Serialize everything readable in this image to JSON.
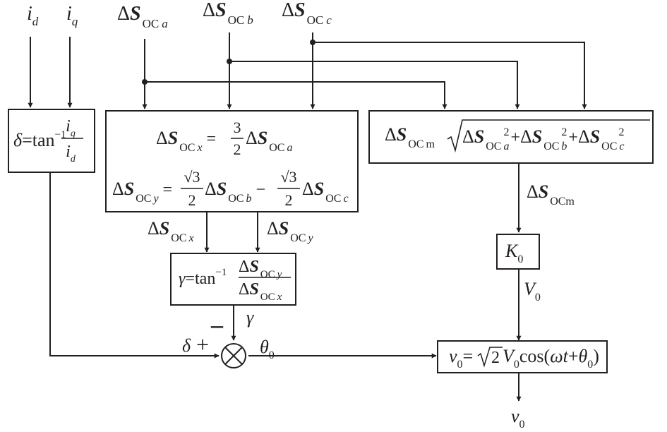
{
  "colors": {
    "ink": "#231f20",
    "background": "#ffffff"
  },
  "symbols": {
    "delta": "Δ",
    "S": "S",
    "oc": "OC",
    "a": "a",
    "b": "b",
    "c": "c",
    "x": "x",
    "y": "y",
    "m": "m",
    "ocm": "OCm",
    "two": "2",
    "three": "3",
    "eq": "=",
    "minus": "−",
    "plus": "+",
    "sqrt": "√",
    "sqrt3": "√3",
    "i": "i",
    "d": "d",
    "q": "q",
    "delta_small": "δ",
    "gamma": "γ",
    "theta": "θ",
    "zero": "0",
    "K": "K",
    "V": "V",
    "v": "v",
    "tan": "tan",
    "neg_one": "−1",
    "cos_open": "cos(",
    "omega_t": "ωt",
    "close_paren": ")",
    "minus_sign": "–",
    "plus_sign": "+"
  }
}
